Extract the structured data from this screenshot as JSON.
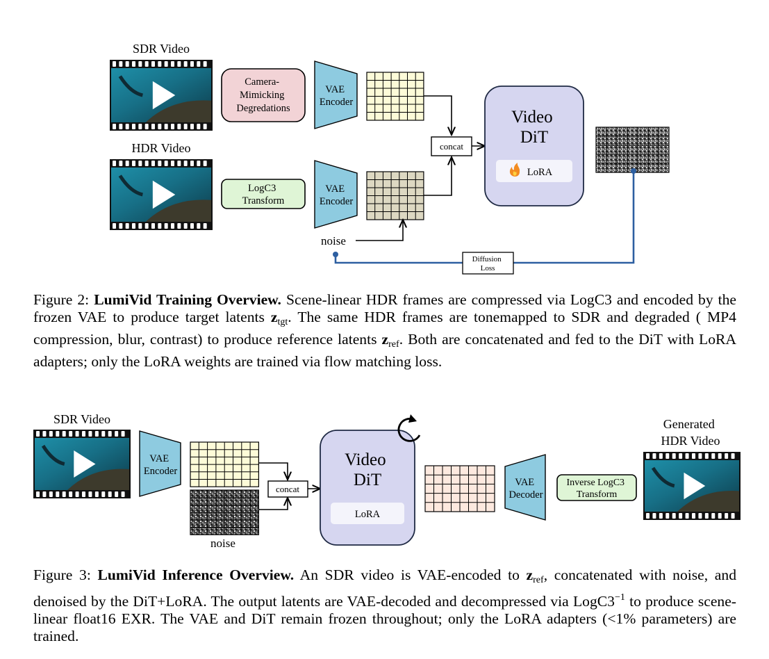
{
  "fig2": {
    "sdr_label": "SDR Video",
    "hdr_label": "HDR Video",
    "degrade": [
      "Camera-",
      "Mimicking",
      "Degredations"
    ],
    "logc3": [
      "LogC3",
      "Transform"
    ],
    "vae_enc": [
      "VAE",
      "Encoder"
    ],
    "concat": "concat",
    "dit": [
      "Video",
      "DiT"
    ],
    "lora": "LoRA",
    "lora_icon": "flame-icon",
    "noise": "noise",
    "loss": [
      "Diffusion",
      "Loss"
    ]
  },
  "fig3": {
    "sdr_label": "SDR Video",
    "out_label": [
      "Generated",
      "HDR Video"
    ],
    "vae_enc": [
      "VAE",
      "Encoder"
    ],
    "vae_dec": [
      "VAE",
      "Decoder"
    ],
    "concat": "concat",
    "dit": [
      "Video",
      "DiT"
    ],
    "lora": "LoRA",
    "loop_icon": "circular-arrow-icon",
    "noise": "noise",
    "inv": [
      "Inverse LogC3",
      "Transform"
    ]
  },
  "cap2": {
    "num": "Figure 2:",
    "title": "LumiVid Training Overview.",
    "t1": "Scene-linear HDR frames are compressed via LogC3 and encoded by the frozen VAE to produce target latents",
    "z1": "z",
    "s1": "tgt",
    "t2": ". The same HDR frames are tonemapped to SDR and degraded ( MP4 compression, blur, contrast) to produce reference latents",
    "z2": "z",
    "s2": "ref",
    "t3": ". Both are concatenated and fed to the DiT with LoRA adapters; only the LoRA weights are trained via flow matching loss."
  },
  "cap3": {
    "num": "Figure 3:",
    "title": "LumiVid Inference Overview.",
    "t1": "An SDR video is VAE-encoded to",
    "z1": "z",
    "s1": "ref",
    "t2": ", concatenated with noise, and denoised by the DiT+LoRA. The output latents are VAE-decoded and decompressed via LogC3",
    "sup": "−1",
    "t3": "to produce scene-linear float16 EXR. The VAE and DiT remain frozen throughout; only the LoRA adapters (<1% parameters) are trained."
  },
  "colors": {
    "dit_fill": "#d6d6f0",
    "vae_fill": "#8ecbe0",
    "degrade_fill": "#f2d3d6",
    "logc3_fill": "#dff5d6",
    "latent_yellow": "#fdfbd8",
    "latent_peach": "#fde9df",
    "latent_khaki": "#ddd8c2",
    "loss_line": "#2d5fa1"
  }
}
